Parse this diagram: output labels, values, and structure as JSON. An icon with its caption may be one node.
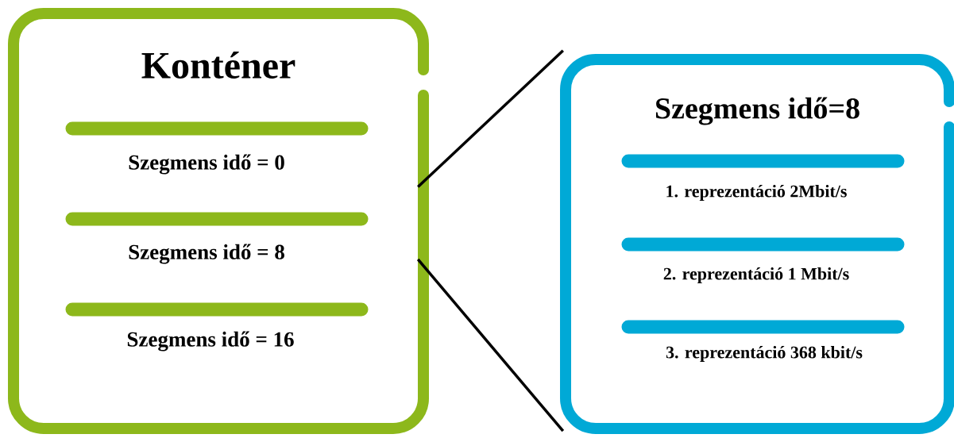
{
  "diagram": {
    "nodes": [
      {
        "text": [
          "Konténer"
        ]
      },
      {
        "text": [
          "Szegmens idő = 0"
        ],
        "in": 0
      },
      {
        "text": [
          "Szegmens idő = 8"
        ],
        "in": 0
      },
      {
        "text": [
          "Szegmens idő = 16"
        ],
        "in": 0
      },
      {
        "text": [
          "Szegmens idő=8"
        ]
      },
      {
        "text": [
          "1. reprezentáció 2Mbit/s"
        ],
        "in": 4
      },
      {
        "text": [
          "2. reprezentáció 1 Mbit/s"
        ],
        "in": 4
      },
      {
        "text": [
          "3. reprezentáció 368 kbit/s"
        ],
        "in": 4
      }
    ],
    "edges": [
      {
        "from": 0,
        "to": 4,
        "arrow": "none"
      },
      {
        "from": 0,
        "to": 4,
        "arrow": "none"
      }
    ]
  }
}
